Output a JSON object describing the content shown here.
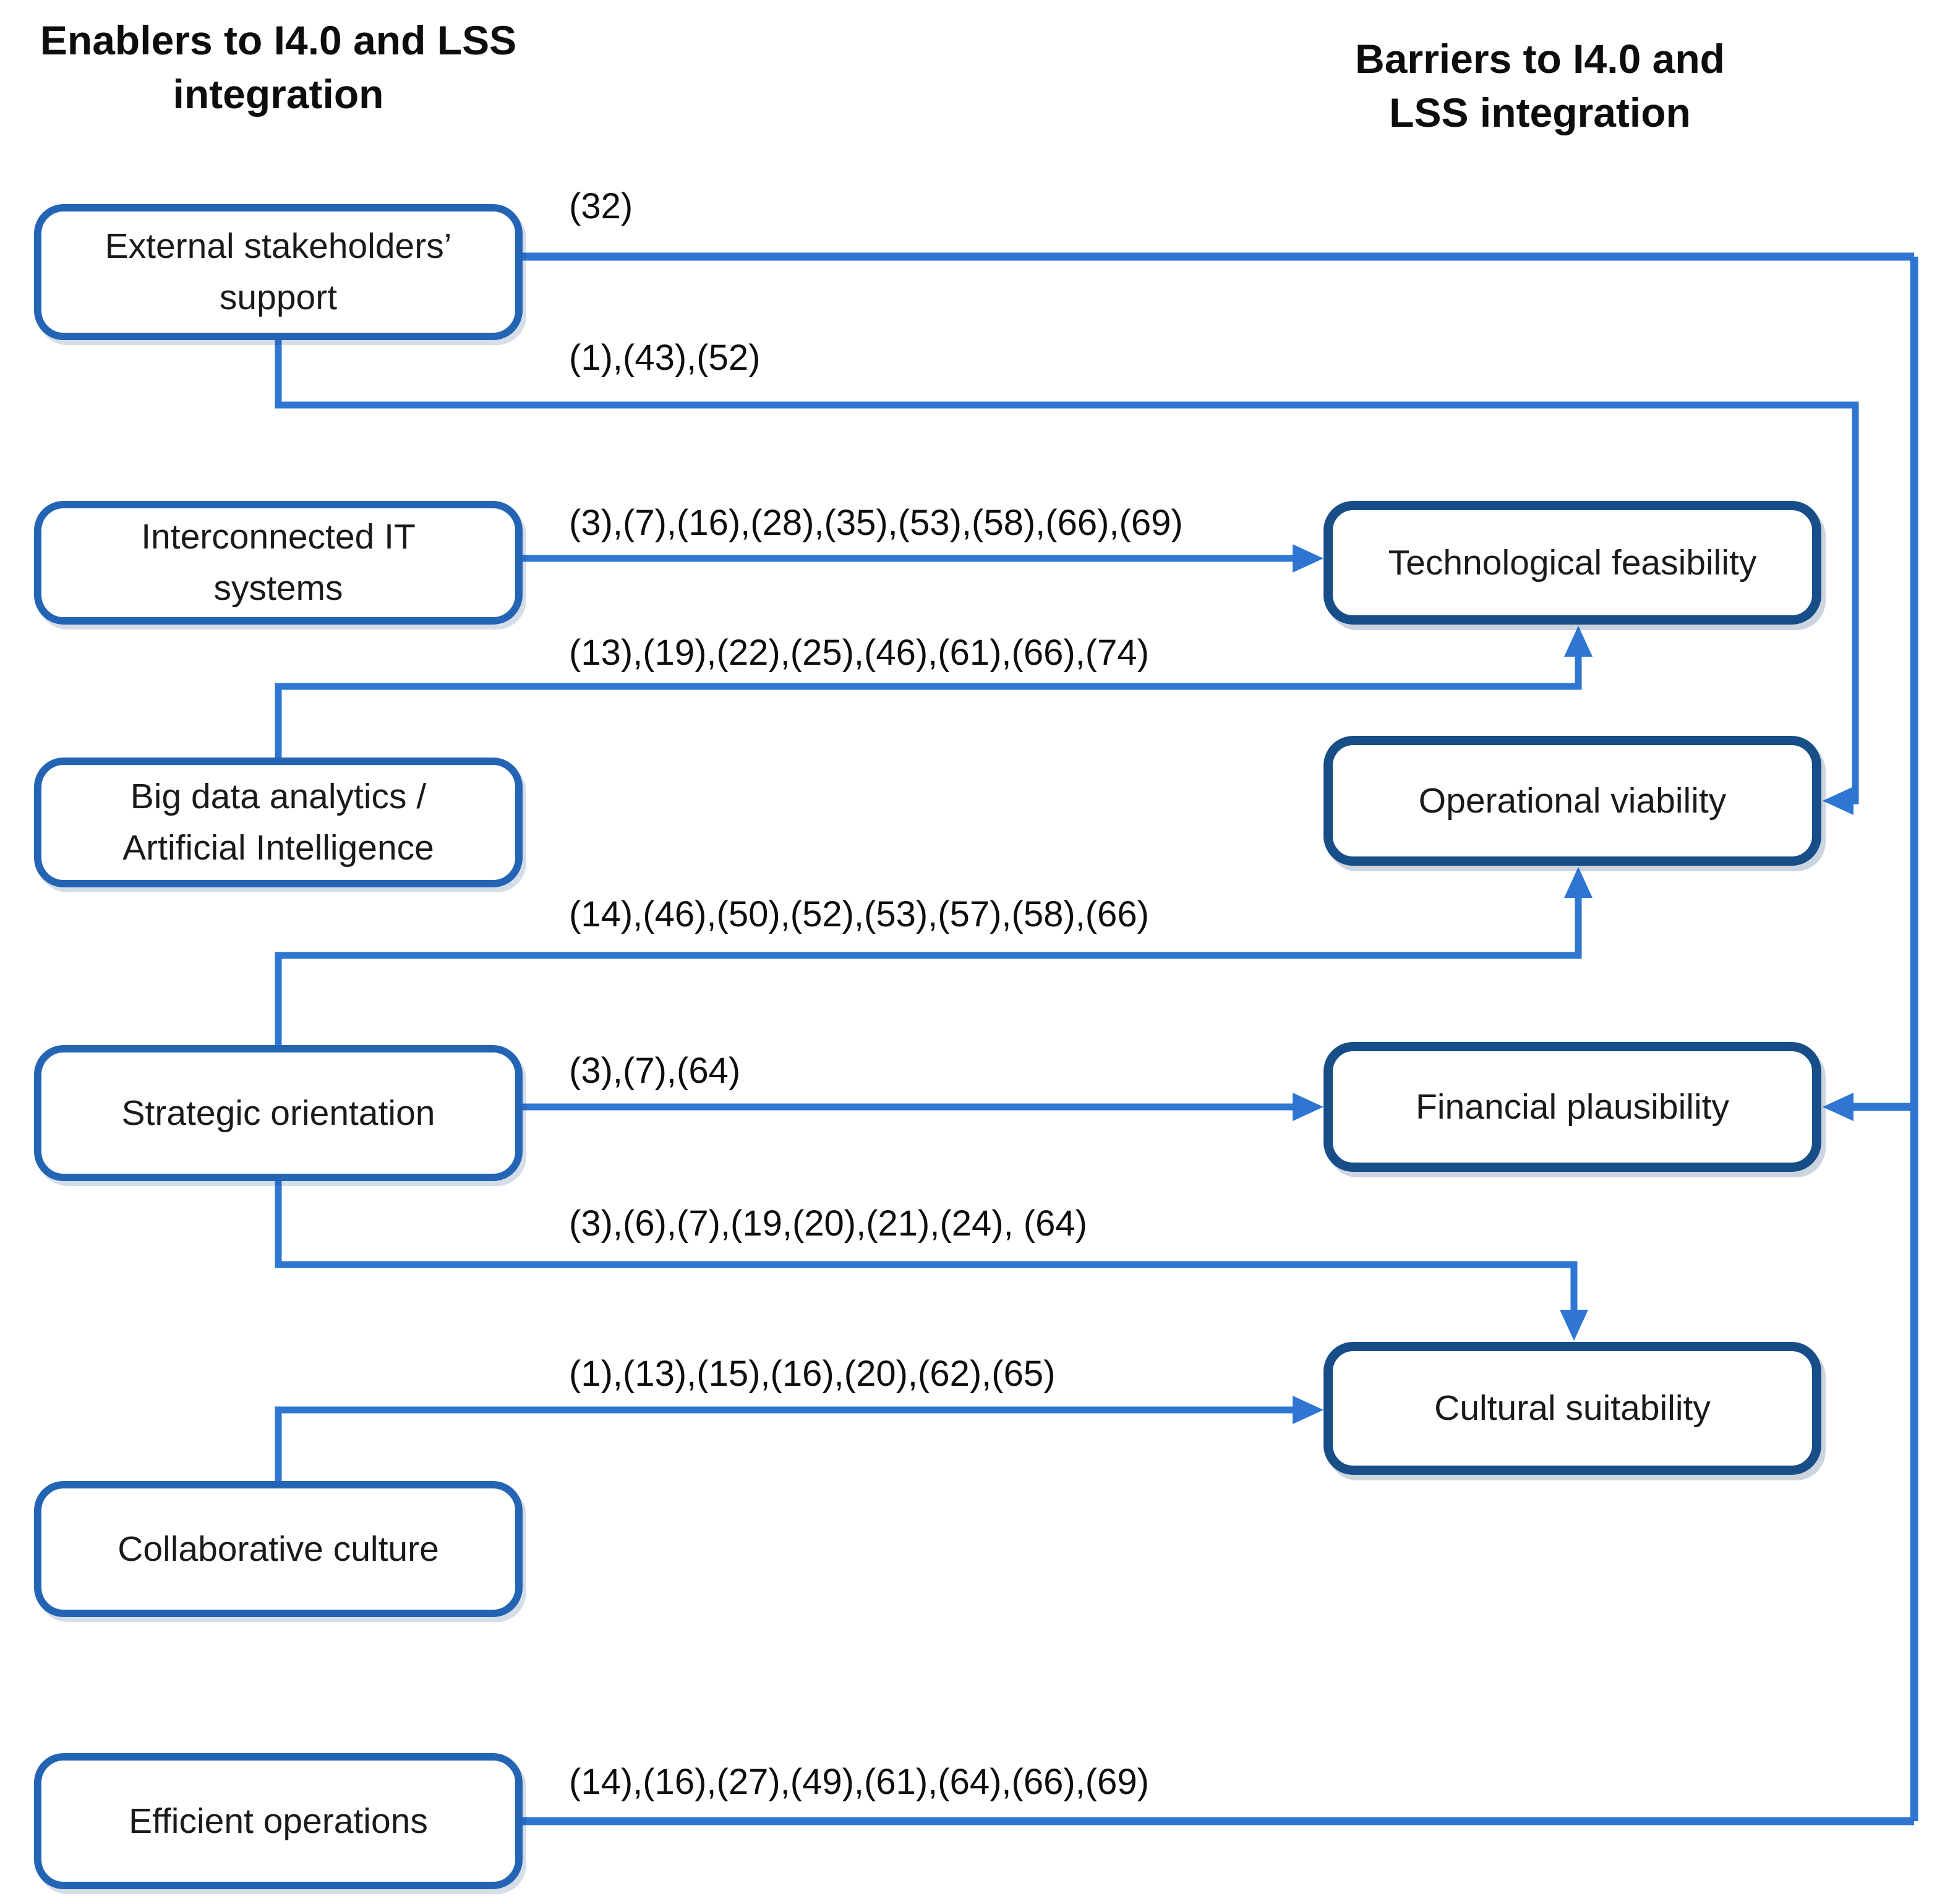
{
  "headers": {
    "left": "Enablers to I4.0 and LSS\nintegration",
    "right": "Barriers to I4.0 and\nLSS integration"
  },
  "enablers": [
    {
      "label": "External stakeholders’\nsupport"
    },
    {
      "label": "Interconnected IT\nsystems"
    },
    {
      "label": "Big data analytics /\nArtificial Intelligence"
    },
    {
      "label": "Strategic orientation"
    },
    {
      "label": "Collaborative culture"
    },
    {
      "label": "Efficient operations"
    }
  ],
  "barriers": [
    {
      "label": "Technological feasibility"
    },
    {
      "label": "Operational viability"
    },
    {
      "label": "Financial plausibility"
    },
    {
      "label": "Cultural suitability"
    }
  ],
  "edges": [
    {
      "label": "(32)",
      "from": "External stakeholders’ support",
      "to": "Financial plausibility"
    },
    {
      "label": "(1),(43),(52)",
      "from": "External stakeholders’ support",
      "to": "Operational viability"
    },
    {
      "label": "(3),(7),(16),(28),(35),(53),(58),(66),(69)",
      "from": "Interconnected IT systems",
      "to": "Technological feasibility"
    },
    {
      "label": "(13),(19),(22),(25),(46),(61),(66),(74)",
      "from": "Big data analytics / Artificial Intelligence",
      "to": "Technological feasibility"
    },
    {
      "label": "(14),(46),(50),(52),(53),(57),(58),(66)",
      "from": "Strategic orientation",
      "to": "Operational viability"
    },
    {
      "label": "(3),(7),(64)",
      "from": "Strategic orientation",
      "to": "Financial plausibility"
    },
    {
      "label": "(3),(6),(7),(19,(20),(21),(24), (64)",
      "from": "Strategic orientation",
      "to": "Cultural suitability"
    },
    {
      "label": "(1),(13),(15),(16),(20),(62),(65)",
      "from": "Collaborative culture",
      "to": "Cultural suitability"
    },
    {
      "label": "(14),(16),(27),(49),(61),(64),(66),(69)",
      "from": "Efficient operations",
      "to": "Financial plausibility"
    }
  ],
  "colors": {
    "connector_blue": "#2E76D2",
    "enabler_border_blue": "#2464B4",
    "barrier_border_blue": "#174E87",
    "background": "#FFFFFF",
    "text": "#0D0D0D"
  }
}
